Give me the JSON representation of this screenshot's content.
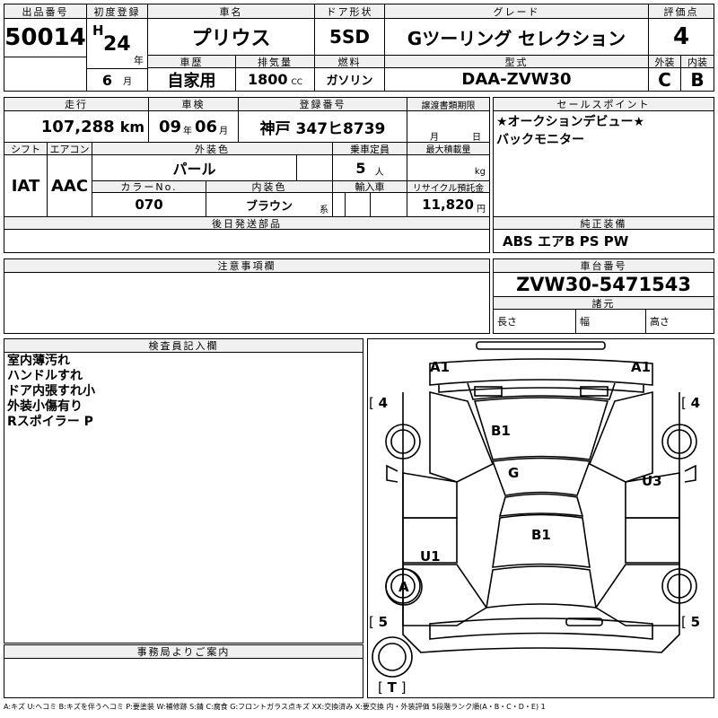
{
  "lot": {
    "label": "出品番号",
    "value": "50014"
  },
  "first_reg": {
    "label": "初度登録",
    "era": "H",
    "year": "24",
    "year_unit": "年",
    "month": "6",
    "month_unit": "月"
  },
  "car_name": {
    "label": "車名",
    "value": "プリウス"
  },
  "door": {
    "label": "ドア形状",
    "value": "5SD"
  },
  "grade": {
    "label": "グレード",
    "value": "Gツーリング セレクション"
  },
  "score": {
    "label": "評価点",
    "value": "4"
  },
  "history": {
    "label": "車歴",
    "value": "自家用"
  },
  "displacement": {
    "label": "排気量",
    "value": "1800",
    "unit": "CC"
  },
  "fuel": {
    "label": "燃料",
    "value": "ガソリン"
  },
  "model": {
    "label": "型式",
    "value": "DAA-ZVW30"
  },
  "exterior_score": {
    "label": "外装",
    "value": "C"
  },
  "interior_score": {
    "label": "内装",
    "value": "B"
  },
  "mileage": {
    "label": "走行",
    "value": "107,288",
    "unit": "km"
  },
  "inspection": {
    "label": "車検",
    "year": "09",
    "year_unit": "年",
    "month": "06",
    "month_unit": "月"
  },
  "registration": {
    "label": "登録番号",
    "value": "神戸 347ヒ8739"
  },
  "transfer_docs": {
    "label": "譲渡書類期限",
    "month_unit": "月",
    "day_unit": "日"
  },
  "sales_points": {
    "label": "セールスポイント",
    "lines": [
      "★オークションデビュー★",
      "バックモニター"
    ]
  },
  "shift": {
    "label": "シフト",
    "value": "IAT"
  },
  "aircon": {
    "label": "エアコン",
    "value": "AAC"
  },
  "exterior_color": {
    "label": "外装色",
    "value": "パール"
  },
  "capacity": {
    "label": "乗車定員",
    "value": "5",
    "unit": "人"
  },
  "max_load": {
    "label": "最大積載量",
    "unit": "kg"
  },
  "color_no": {
    "label": "カラーNo.",
    "value": "070"
  },
  "interior_color": {
    "label": "内装色",
    "value": "ブラウン",
    "suffix": "系"
  },
  "import": {
    "label": "輸入車"
  },
  "recycle": {
    "label": "リサイクル預託金",
    "value": "11,820",
    "unit": "円"
  },
  "later_parts": {
    "label": "後日発送部品"
  },
  "genuine_equipment": {
    "label": "純正装備",
    "value": "ABS エアB PS PW"
  },
  "notes": {
    "label": "注意事項欄"
  },
  "chassis": {
    "label": "車台番号",
    "value": "ZVW30-5471543"
  },
  "specs": {
    "label": "諸元",
    "length": "長さ",
    "width": "幅",
    "height": "高さ"
  },
  "inspector": {
    "label": "検査員記入欄",
    "lines": [
      "室内薄汚れ",
      "ハンドルすれ",
      "ドア内張すれ小",
      "外装小傷有り",
      "Rスポイラー P"
    ]
  },
  "office": {
    "label": "事務局よりご案内"
  },
  "diagram": {
    "marks": {
      "a1_left": "A1",
      "a1_right": "A1",
      "b1_top": "B1",
      "g": "G",
      "u3": "U3",
      "u1": "U1",
      "b1_bottom": "B1",
      "a": "A",
      "tire_fl": "4",
      "tire_fr": "4",
      "tire_rl": "5",
      "tire_rr": "5",
      "spare": "T"
    }
  },
  "legend": "A:キズ U:ヘコミ B:キズを伴うヘコミ P:要塗装 W:補修跡 S:錆 C:腐食 G:フロントガラス点キズ XX:交換済み X:要交換 内・外装評価 5段階ランク順(A・B・C・D・E) 1"
}
